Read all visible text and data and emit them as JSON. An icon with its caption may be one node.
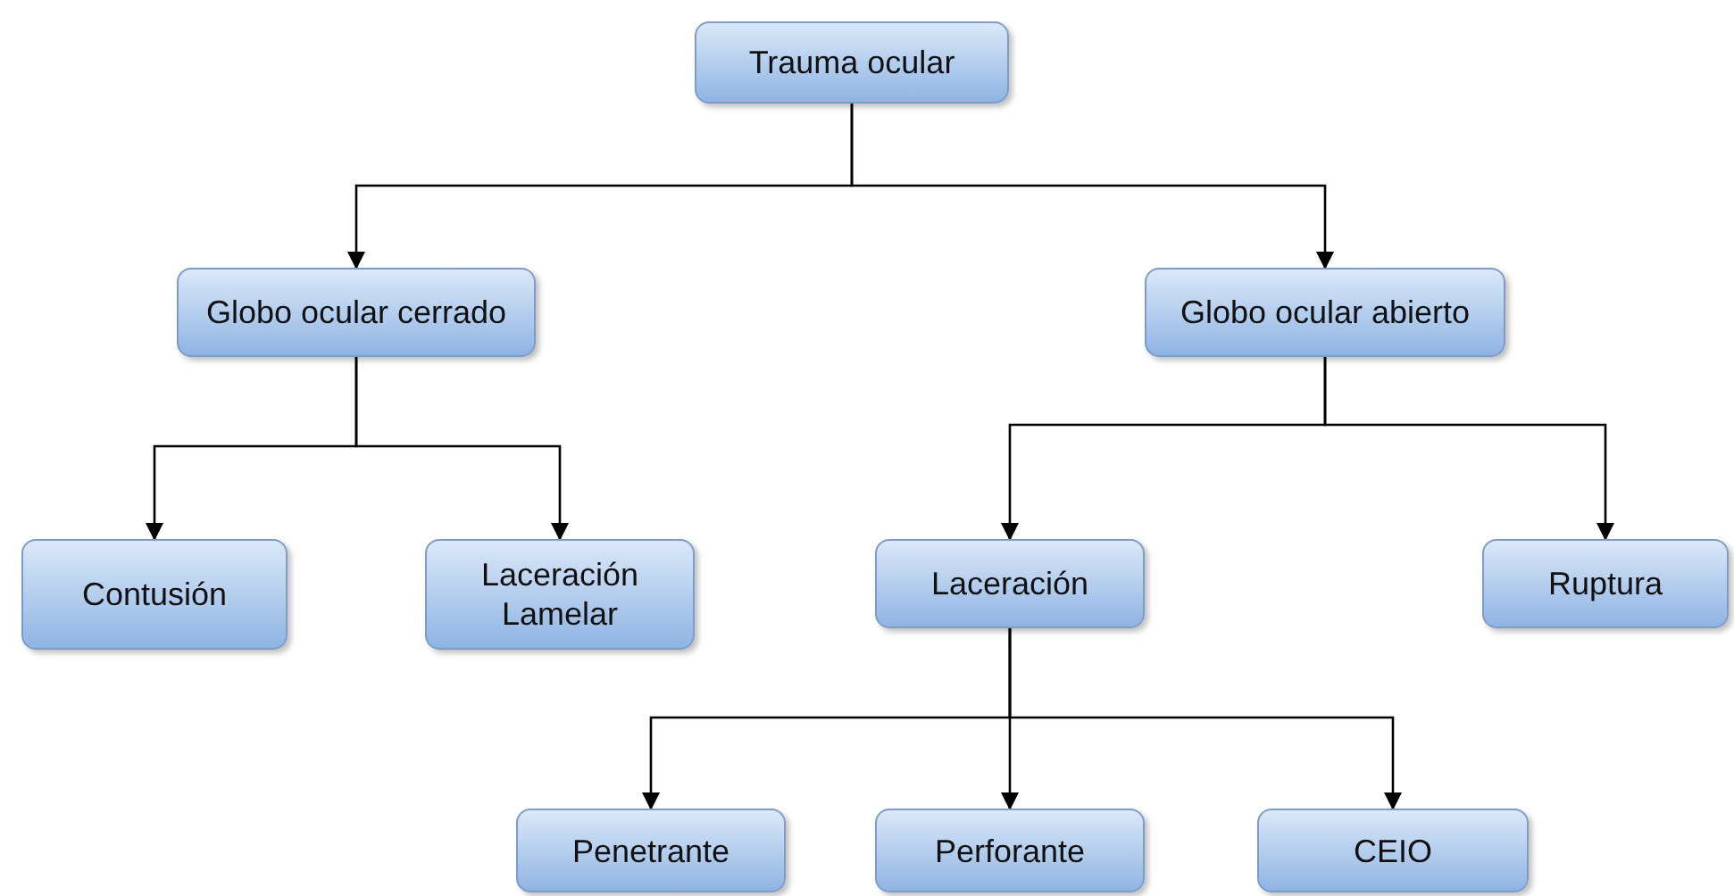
{
  "diagram": {
    "nodes": [
      {
        "text": [
          "Trauma ocular"
        ]
      },
      {
        "text": [
          "Globo ocular cerrado"
        ]
      },
      {
        "text": [
          "Globo ocular abierto"
        ]
      },
      {
        "text": [
          "Contusión"
        ]
      },
      {
        "text": [
          "Laceración Lamelar"
        ]
      },
      {
        "text": [
          "Laceración"
        ]
      },
      {
        "text": [
          "Ruptura"
        ]
      },
      {
        "text": [
          "Penetrante"
        ]
      },
      {
        "text": [
          "Perforante"
        ]
      },
      {
        "text": [
          "CEIO"
        ]
      }
    ],
    "edges": [
      {
        "from": 0,
        "to": 1,
        "arrow": "to"
      },
      {
        "from": 0,
        "to": 2,
        "arrow": "to"
      },
      {
        "from": 1,
        "to": 3,
        "arrow": "to"
      },
      {
        "from": 1,
        "to": 4,
        "arrow": "to"
      },
      {
        "from": 2,
        "to": 5,
        "arrow": "to"
      },
      {
        "from": 2,
        "to": 6,
        "arrow": "to"
      },
      {
        "from": 5,
        "to": 7,
        "arrow": "to"
      },
      {
        "from": 5,
        "to": 8,
        "arrow": "to"
      },
      {
        "from": 5,
        "to": 9,
        "arrow": "to"
      }
    ]
  }
}
